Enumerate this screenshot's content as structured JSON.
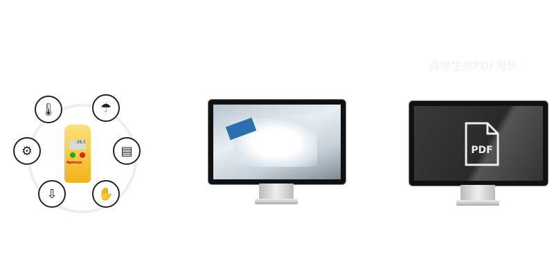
{
  "caption": "直接生成PDF报告",
  "device": {
    "reading": "-38.5",
    "brand": "Apresys"
  },
  "icons": [
    "thermometer-freezer-icon",
    "umbrella-rain-icon",
    "gear-icon",
    "report-icon",
    "download-icon",
    "hand-device-icon"
  ],
  "pdf_label": "PDF"
}
